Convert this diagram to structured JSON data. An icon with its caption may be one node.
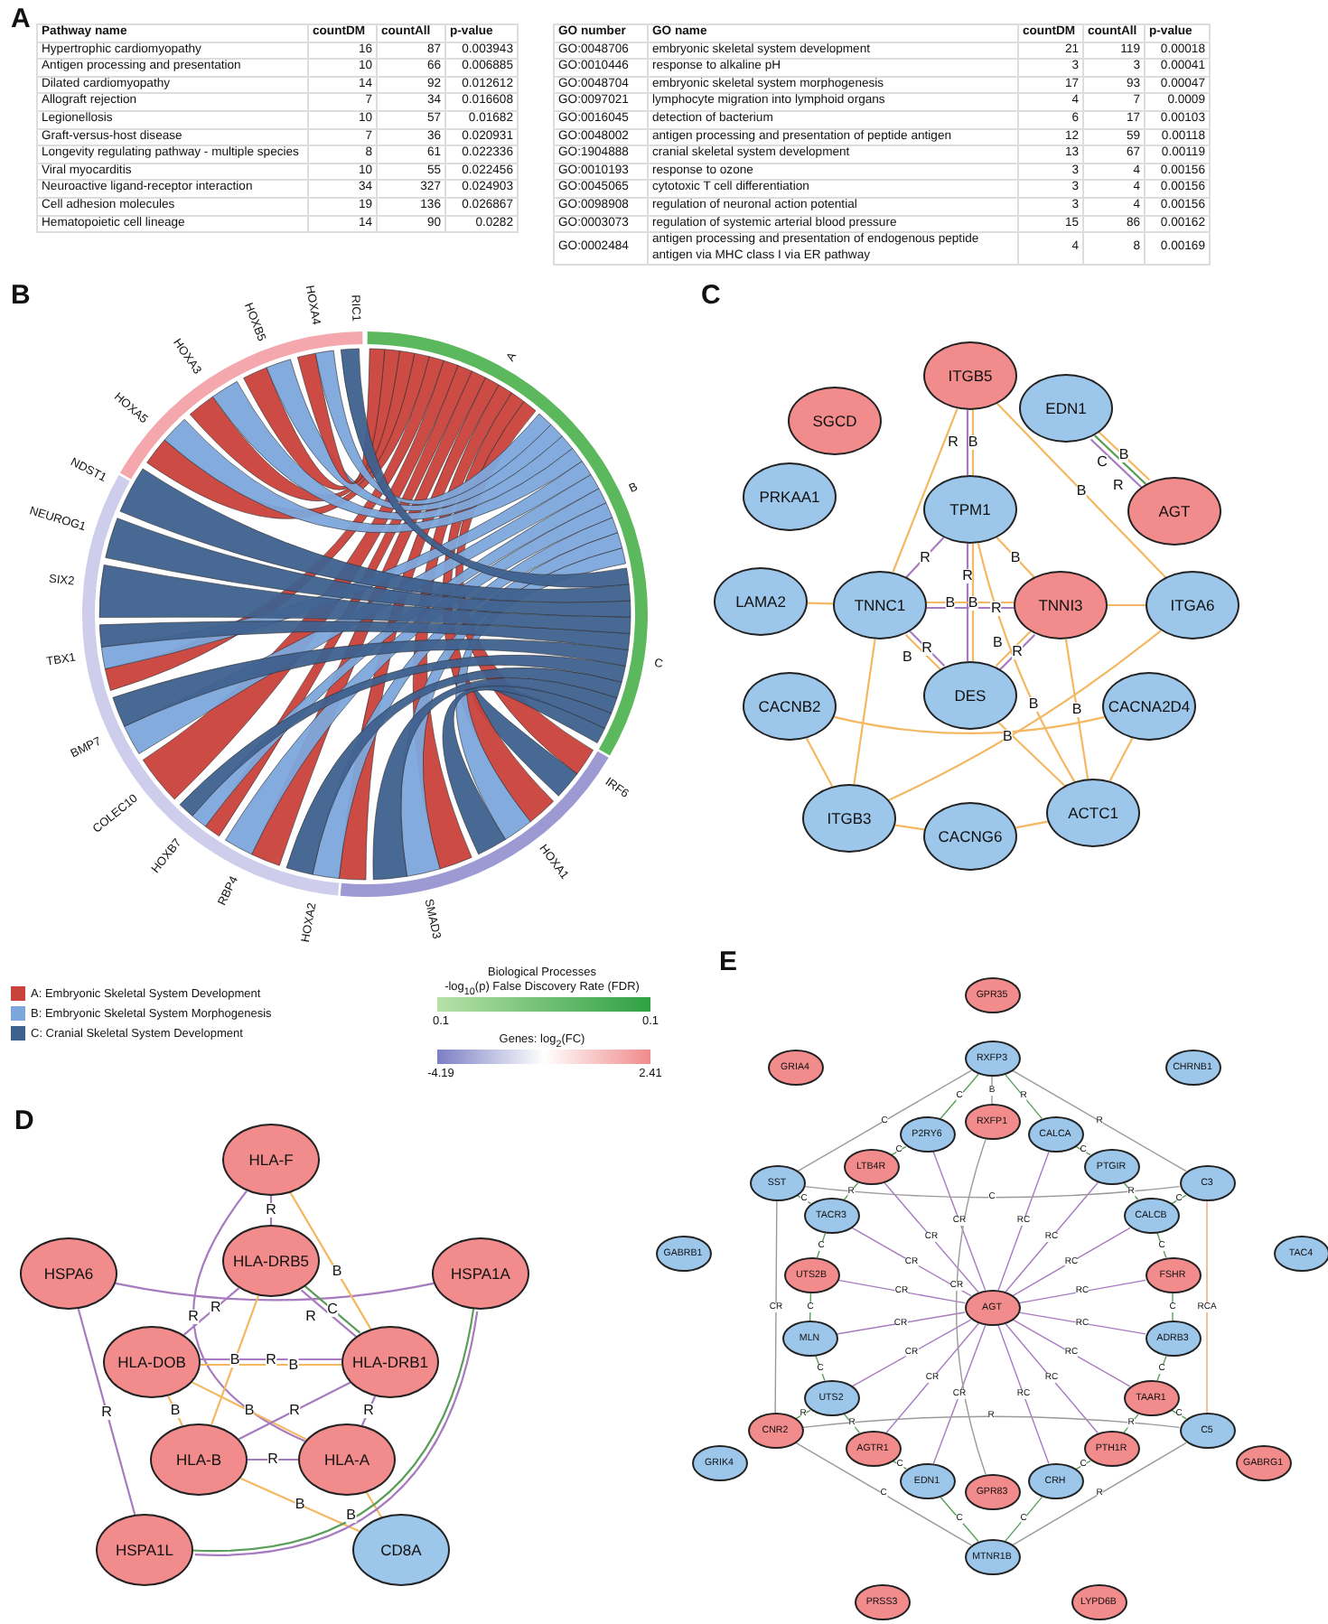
{
  "diagram": {
    "nodes": [
      {
        "text": [
          "ITGB5"
        ]
      },
      {
        "text": [
          "SGCD"
        ]
      },
      {
        "text": [
          "EDN1"
        ]
      },
      {
        "text": [
          "PRKAA1"
        ]
      },
      {
        "text": [
          "AGT"
        ]
      },
      {
        "text": [
          "TPM1"
        ]
      },
      {
        "text": [
          "LAMA2"
        ]
      },
      {
        "text": [
          "TNNC1"
        ]
      },
      {
        "text": [
          "TNNI3"
        ]
      },
      {
        "text": [
          "ITGA6"
        ]
      },
      {
        "text": [
          "DES"
        ]
      },
      {
        "text": [
          "CACNB2"
        ]
      },
      {
        "text": [
          "CACNA2D4"
        ]
      },
      {
        "text": [
          "ITGB3"
        ]
      },
      {
        "text": [
          "ACTC1"
        ]
      },
      {
        "text": [
          "CACNG6"
        ]
      },
      {
        "text": [
          "HLA-F"
        ]
      },
      {
        "text": [
          "HLA-DRB5"
        ]
      },
      {
        "text": [
          "HSPA6"
        ]
      },
      {
        "text": [
          "HSPA1A"
        ]
      },
      {
        "text": [
          "HLA-DOB"
        ]
      },
      {
        "text": [
          "HLA-DRB1"
        ]
      },
      {
        "text": [
          "HLA-B"
        ]
      },
      {
        "text": [
          "HLA-A"
        ]
      },
      {
        "text": [
          "HSPA1L"
        ]
      },
      {
        "text": [
          "CD8A"
        ]
      },
      {
        "text": [
          "GPR35"
        ]
      },
      {
        "text": [
          "RXFP3"
        ]
      },
      {
        "text": [
          "GRIA4"
        ]
      },
      {
        "text": [
          "CHRNB1"
        ]
      },
      {
        "text": [
          "RXFP1"
        ]
      },
      {
        "text": [
          "P2RY6"
        ]
      },
      {
        "text": [
          "CALCA"
        ]
      },
      {
        "text": [
          "LTB4R"
        ]
      },
      {
        "text": [
          "PTGIR"
        ]
      },
      {
        "text": [
          "SST"
        ]
      },
      {
        "text": [
          "C3"
        ]
      },
      {
        "text": [
          "TACR3"
        ]
      },
      {
        "text": [
          "CALCB"
        ]
      },
      {
        "text": [
          "GABRB1"
        ]
      },
      {
        "text": [
          "TAC4"
        ]
      },
      {
        "text": [
          "UTS2B"
        ]
      },
      {
        "text": [
          "FSHR"
        ]
      },
      {
        "text": [
          "AGT"
        ]
      },
      {
        "text": [
          "MLN"
        ]
      },
      {
        "text": [
          "ADRB3"
        ]
      },
      {
        "text": [
          "UTS2"
        ]
      },
      {
        "text": [
          "TAAR1"
        ]
      },
      {
        "text": [
          "CNR2"
        ]
      },
      {
        "text": [
          "C5"
        ]
      },
      {
        "text": [
          "AGTR1"
        ]
      },
      {
        "text": [
          "PTH1R"
        ]
      },
      {
        "text": [
          "GRIK4"
        ]
      },
      {
        "text": [
          "GABRG1"
        ]
      },
      {
        "text": [
          "EDN1"
        ]
      },
      {
        "text": [
          "GPR83"
        ]
      },
      {
        "text": [
          "CRH"
        ]
      },
      {
        "text": [
          "MTNR1B"
        ]
      },
      {
        "text": [
          "PRSS3"
        ]
      },
      {
        "text": [
          "LYPD6B"
        ]
      }
    ],
    "edges": [
      {
        "from": 0,
        "to": 5,
        "arrow": "none",
        "label": "B",
        "color": "#f5b862"
      },
      {
        "from": 0,
        "to": 5,
        "arrow": "none",
        "label": "R",
        "color": "#a77bbf"
      },
      {
        "from": 0,
        "to": 9,
        "arrow": "none",
        "label": "B",
        "color": "#f5b862"
      },
      {
        "from": 0,
        "to": 7,
        "arrow": "none",
        "color": "#f5b862"
      },
      {
        "from": 2,
        "to": 4,
        "arrow": "none",
        "label": "B",
        "color": "#f5b862"
      },
      {
        "from": 2,
        "to": 4,
        "arrow": "none",
        "label": "C",
        "color": "#5a9e5a"
      },
      {
        "from": 2,
        "to": 4,
        "arrow": "none",
        "label": "R",
        "color": "#a77bbf"
      },
      {
        "from": 6,
        "to": 7,
        "arrow": "none",
        "color": "#f5b862"
      },
      {
        "from": 5,
        "to": 7,
        "arrow": "none",
        "label": "R",
        "color": "#a77bbf"
      },
      {
        "from": 5,
        "to": 8,
        "arrow": "none",
        "label": "B",
        "color": "#f5b862"
      },
      {
        "from": 5,
        "to": 10,
        "arrow": "none",
        "label": "B",
        "color": "#f5b862"
      },
      {
        "from": 5,
        "to": 10,
        "arrow": "none",
        "label": "R",
        "color": "#a77bbf"
      },
      {
        "from": 7,
        "to": 8,
        "arrow": "none",
        "label": "B",
        "color": "#f5b862"
      },
      {
        "from": 7,
        "to": 8,
        "arrow": "none",
        "label": "R",
        "color": "#a77bbf"
      },
      {
        "from": 7,
        "to": 10,
        "arrow": "none",
        "label": "R",
        "color": "#a77bbf"
      },
      {
        "from": 7,
        "to": 10,
        "arrow": "none",
        "label": "B",
        "color": "#f5b862"
      },
      {
        "from": 8,
        "to": 10,
        "arrow": "none",
        "label": "R",
        "color": "#a77bbf"
      },
      {
        "from": 8,
        "to": 10,
        "arrow": "none",
        "label": "B",
        "color": "#f5b862"
      },
      {
        "from": 8,
        "to": 9,
        "arrow": "none",
        "color": "#f5b862"
      },
      {
        "from": 8,
        "to": 14,
        "arrow": "none",
        "label": "B",
        "color": "#f5b862"
      },
      {
        "from": 5,
        "to": 14,
        "arrow": "none",
        "label": "B",
        "color": "#f5b862"
      },
      {
        "from": 10,
        "to": 14,
        "arrow": "none",
        "color": "#f5b862"
      },
      {
        "from": 7,
        "to": 13,
        "arrow": "none",
        "color": "#f5b862"
      },
      {
        "from": 11,
        "to": 12,
        "arrow": "none",
        "color": "#f5b862"
      },
      {
        "from": 11,
        "to": 13,
        "arrow": "none",
        "color": "#f5b862"
      },
      {
        "from": 9,
        "to": 13,
        "arrow": "none",
        "label": "B",
        "color": "#f5b862"
      },
      {
        "from": 13,
        "to": 15,
        "arrow": "none",
        "color": "#f5b862"
      },
      {
        "from": 15,
        "to": 14,
        "arrow": "none",
        "color": "#f5b862"
      },
      {
        "from": 14,
        "to": 12,
        "arrow": "none",
        "color": "#f5b862"
      },
      {
        "from": 18,
        "to": 24,
        "arrow": "none",
        "label": "R",
        "color": "#a77bbf"
      },
      {
        "from": 18,
        "to": 19,
        "arrow": "none",
        "color": "#a77bbf"
      },
      {
        "from": 16,
        "to": 17,
        "arrow": "none",
        "label": "R",
        "color": "#a77bbf"
      },
      {
        "from": 16,
        "to": 21,
        "arrow": "none",
        "label": "B",
        "color": "#f5b862"
      },
      {
        "from": 16,
        "to": 23,
        "arrow": "none",
        "label": "R",
        "color": "#a77bbf"
      },
      {
        "from": 17,
        "to": 20,
        "arrow": "none",
        "label": "R",
        "color": "#a77bbf"
      },
      {
        "from": 17,
        "to": 21,
        "arrow": "none",
        "label": "C",
        "color": "#5a9e5a"
      },
      {
        "from": 17,
        "to": 21,
        "arrow": "none",
        "label": "R",
        "color": "#a77bbf"
      },
      {
        "from": 17,
        "to": 22,
        "arrow": "none",
        "label": "B",
        "color": "#f5b862"
      },
      {
        "from": 20,
        "to": 21,
        "arrow": "none",
        "label": "R",
        "color": "#a77bbf"
      },
      {
        "from": 20,
        "to": 21,
        "arrow": "none",
        "label": "B",
        "color": "#f5b862"
      },
      {
        "from": 20,
        "to": 22,
        "arrow": "none",
        "label": "B",
        "color": "#f5b862"
      },
      {
        "from": 20,
        "to": 23,
        "arrow": "none",
        "label": "B",
        "color": "#f5b862"
      },
      {
        "from": 21,
        "to": 23,
        "arrow": "none",
        "label": "R",
        "color": "#a77bbf"
      },
      {
        "from": 21,
        "to": 22,
        "arrow": "none",
        "label": "R",
        "color": "#a77bbf"
      },
      {
        "from": 22,
        "to": 23,
        "arrow": "none",
        "label": "R",
        "color": "#a77bbf"
      },
      {
        "from": 22,
        "to": 25,
        "arrow": "none",
        "label": "B",
        "color": "#f5b862"
      },
      {
        "from": 23,
        "to": 25,
        "arrow": "none",
        "label": "B",
        "color": "#f5b862"
      },
      {
        "from": 19,
        "to": 24,
        "arrow": "none",
        "color": "#a77bbf"
      },
      {
        "from": 19,
        "to": 24,
        "arrow": "none",
        "color": "#5a9e5a"
      },
      {
        "from": 43,
        "to": 31,
        "arrow": "none",
        "label": "CR",
        "color": "#a77bbf"
      },
      {
        "from": 43,
        "to": 33,
        "arrow": "none",
        "label": "CR",
        "color": "#a77bbf"
      },
      {
        "from": 43,
        "to": 37,
        "arrow": "none",
        "label": "CR",
        "color": "#a77bbf"
      },
      {
        "from": 43,
        "to": 41,
        "arrow": "none",
        "label": "CR",
        "color": "#a77bbf"
      },
      {
        "from": 43,
        "to": 44,
        "arrow": "none",
        "label": "CR",
        "color": "#a77bbf"
      },
      {
        "from": 43,
        "to": 46,
        "arrow": "none",
        "label": "CR",
        "color": "#a77bbf"
      },
      {
        "from": 43,
        "to": 50,
        "arrow": "none",
        "label": "CR",
        "color": "#a77bbf"
      },
      {
        "from": 43,
        "to": 54,
        "arrow": "none",
        "label": "CR",
        "color": "#a77bbf"
      },
      {
        "from": 43,
        "to": 32,
        "arrow": "none",
        "label": "RC",
        "color": "#a77bbf"
      },
      {
        "from": 43,
        "to": 34,
        "arrow": "none",
        "label": "RC",
        "color": "#a77bbf"
      },
      {
        "from": 43,
        "to": 38,
        "arrow": "none",
        "label": "RC",
        "color": "#a77bbf"
      },
      {
        "from": 43,
        "to": 42,
        "arrow": "none",
        "label": "RC",
        "color": "#a77bbf"
      },
      {
        "from": 43,
        "to": 45,
        "arrow": "none",
        "label": "RC",
        "color": "#a77bbf"
      },
      {
        "from": 43,
        "to": 47,
        "arrow": "none",
        "label": "RC",
        "color": "#a77bbf"
      },
      {
        "from": 43,
        "to": 51,
        "arrow": "none",
        "label": "RC",
        "color": "#a77bbf"
      },
      {
        "from": 43,
        "to": 56,
        "arrow": "none",
        "label": "RC",
        "color": "#a77bbf"
      },
      {
        "from": 31,
        "to": 33,
        "arrow": "none",
        "label": "C",
        "color": "#5a9e5a"
      },
      {
        "from": 32,
        "to": 34,
        "arrow": "none",
        "label": "C",
        "color": "#5a9e5a"
      },
      {
        "from": 33,
        "to": 37,
        "arrow": "none",
        "label": "R",
        "color": "#5a9e5a"
      },
      {
        "from": 34,
        "to": 38,
        "arrow": "none",
        "label": "R",
        "color": "#5a9e5a"
      },
      {
        "from": 37,
        "to": 41,
        "arrow": "none",
        "label": "C",
        "color": "#5a9e5a"
      },
      {
        "from": 38,
        "to": 42,
        "arrow": "none",
        "label": "C",
        "color": "#5a9e5a"
      },
      {
        "from": 41,
        "to": 44,
        "arrow": "none",
        "label": "C",
        "color": "#5a9e5a"
      },
      {
        "from": 42,
        "to": 45,
        "arrow": "none",
        "label": "C",
        "color": "#5a9e5a"
      },
      {
        "from": 44,
        "to": 46,
        "arrow": "none",
        "label": "C",
        "color": "#5a9e5a"
      },
      {
        "from": 45,
        "to": 47,
        "arrow": "none",
        "label": "C",
        "color": "#5a9e5a"
      },
      {
        "from": 46,
        "to": 50,
        "arrow": "none",
        "label": "R",
        "color": "#5a9e5a"
      },
      {
        "from": 47,
        "to": 51,
        "arrow": "none",
        "label": "R",
        "color": "#5a9e5a"
      },
      {
        "from": 50,
        "to": 54,
        "arrow": "none",
        "label": "C",
        "color": "#5a9e5a"
      },
      {
        "from": 51,
        "to": 56,
        "arrow": "none",
        "label": "C",
        "color": "#5a9e5a"
      },
      {
        "from": 54,
        "to": 57,
        "arrow": "none",
        "label": "C",
        "color": "#5a9e5a"
      },
      {
        "from": 56,
        "to": 57,
        "arrow": "none",
        "label": "C",
        "color": "#5a9e5a"
      },
      {
        "from": 35,
        "to": 37,
        "arrow": "none",
        "label": "C",
        "color": "#5a9e5a"
      },
      {
        "from": 36,
        "to": 38,
        "arrow": "none",
        "label": "C",
        "color": "#5a9e5a"
      },
      {
        "from": 49,
        "to": 47,
        "arrow": "none",
        "label": "C",
        "color": "#5a9e5a"
      },
      {
        "from": 27,
        "to": 31,
        "arrow": "none",
        "label": "C",
        "color": "#5a9e5a"
      },
      {
        "from": 27,
        "to": 32,
        "arrow": "none",
        "label": "R",
        "color": "#5a9e5a"
      },
      {
        "from": 48,
        "to": 46,
        "arrow": "none",
        "label": "R",
        "color": "#5a9e5a"
      },
      {
        "from": 27,
        "to": 35,
        "arrow": "none",
        "label": "C"
      },
      {
        "from": 27,
        "to": 36,
        "arrow": "none",
        "label": "R"
      },
      {
        "from": 35,
        "to": 48,
        "arrow": "none",
        "label": "CR"
      },
      {
        "from": 36,
        "to": 49,
        "arrow": "none",
        "label": "RCA",
        "color": "#f0a07a"
      },
      {
        "from": 48,
        "to": 57,
        "arrow": "none",
        "label": "C"
      },
      {
        "from": 49,
        "to": 57,
        "arrow": "none",
        "label": "R"
      },
      {
        "from": 27,
        "to": 30,
        "arrow": "none",
        "label": "B"
      },
      {
        "from": 30,
        "to": 55,
        "arrow": "none",
        "label": "CR"
      },
      {
        "from": 35,
        "to": 36,
        "arrow": "none",
        "label": "C"
      },
      {
        "from": 48,
        "to": 49,
        "arrow": "none",
        "label": "R"
      }
    ],
    "labels": [
      "A",
      "Pathway name",
      "countDM",
      "countAll",
      "p-value",
      "Hypertrophic cardiomyopathy",
      "16",
      "87",
      "0.003943",
      "Antigen processing and presentation",
      "10",
      "66",
      "0.006885",
      "Dilated cardiomyopathy",
      "14",
      "92",
      "0.012612",
      "Allograft rejection",
      "7",
      "34",
      "0.016608",
      "Legionellosis",
      "10",
      "57",
      "0.01682",
      "Graft-versus-host disease",
      "7",
      "36",
      "0.020931",
      "Longevity regulating pathway - multiple species",
      "8",
      "61",
      "0.022336",
      "Viral myocarditis",
      "10",
      "55",
      "0.022456",
      "Neuroactive ligand-receptor interaction",
      "34",
      "327",
      "0.024903",
      "Cell adhesion molecules",
      "19",
      "136",
      "0.026867",
      "Hematopoietic cell lineage",
      "14",
      "90",
      "0.0282",
      "GO number",
      "GO name",
      "countDM",
      "countAll",
      "p-value",
      "GO:0048706",
      "embryonic skeletal system development",
      "21",
      "119",
      "0.00018",
      "GO:0010446",
      "response to alkaline pH",
      "3",
      "3",
      "0.00041",
      "GO:0048704",
      "embryonic skeletal system morphogenesis",
      "17",
      "93",
      "0.00047",
      "GO:0097021",
      "lymphocyte migration into lymphoid organs",
      "4",
      "7",
      "0.0009",
      "GO:0016045",
      "detection of bacterium",
      "6",
      "17",
      "0.00103",
      "GO:0048002",
      "antigen processing and presentation of peptide antigen",
      "12",
      "59",
      "0.00118",
      "GO:1904888",
      "cranial skeletal system development",
      "13",
      "67",
      "0.00119",
      "GO:0010193",
      "response to ozone",
      "3",
      "4",
      "0.00156",
      "GO:0045065",
      "cytotoxic T cell differentiation",
      "3",
      "4",
      "0.00156",
      "GO:0098908",
      "regulation of neuronal action potential",
      "3",
      "4",
      "0.00156",
      "GO:0003073",
      "regulation of systemic arterial blood pressure",
      "15",
      "86",
      "0.00162",
      "GO:0002484",
      "antigen processing and presentation of endogenous peptide antigen via MHC class I via ER pathway",
      "4",
      "8",
      "0.00169",
      "B",
      "HOXA4",
      "RIC1",
      "HOXB5",
      "A",
      "HOXA3",
      "HOXA5",
      "NDST1",
      "B",
      "NEUROG1",
      "SIX2",
      "TBX1",
      "C",
      "BMP7",
      "IRF6",
      "COLEC10",
      "HOXB7",
      "HOXA1",
      "RBP4",
      "HOXA2",
      "SMAD3",
      "Biological Processes",
      "-log$_{10}$(p) False Discovery Rate (FDR)",
      "0.1",
      "0.1",
      "Genes: log$_{2}$(FC)",
      "-4.19",
      "2.41",
      "C",
      "D",
      "E"
    ],
    "legend": [
      {
        "text": "A: Embryonic Skeletal System Development",
        "color": "#c9413b"
      },
      {
        "text": "B: Embryonic Skeletal System Morphogenesis",
        "color": "#7da7db"
      },
      {
        "text": "C: Cranial Skeletal System Development",
        "color": "#3f618f"
      }
    ]
  }
}
